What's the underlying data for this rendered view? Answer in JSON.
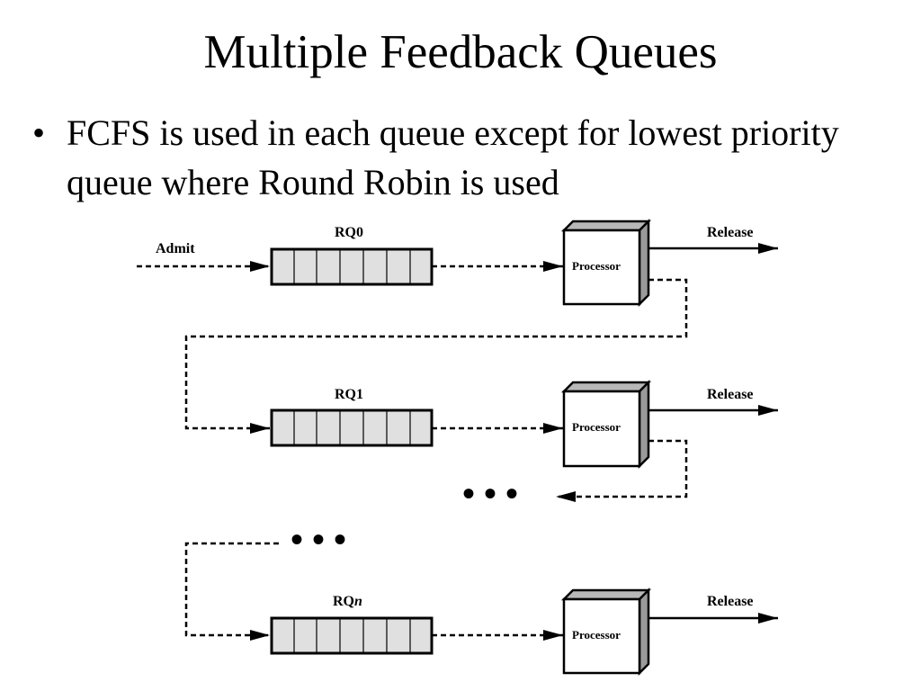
{
  "slide": {
    "title": "Multiple Feedback Queues",
    "bullet": "FCFS is used in each queue except for lowest priority queue where Round Robin is used"
  },
  "diagram": {
    "admit_label": "Admit",
    "queues": [
      {
        "label": "RQ0",
        "processor_label": "Processor",
        "release_label": "Release"
      },
      {
        "label": "RQ1",
        "processor_label": "Processor",
        "release_label": "Release"
      },
      {
        "label_prefix": "RQ",
        "label_italic": "n",
        "processor_label": "Processor",
        "release_label": "Release"
      }
    ],
    "ellipsis": "•   •   •"
  },
  "colors": {
    "queue_fill": "#e0e0e0",
    "processor_side": "#9a9a9a",
    "processor_top": "#b8b8b8"
  }
}
